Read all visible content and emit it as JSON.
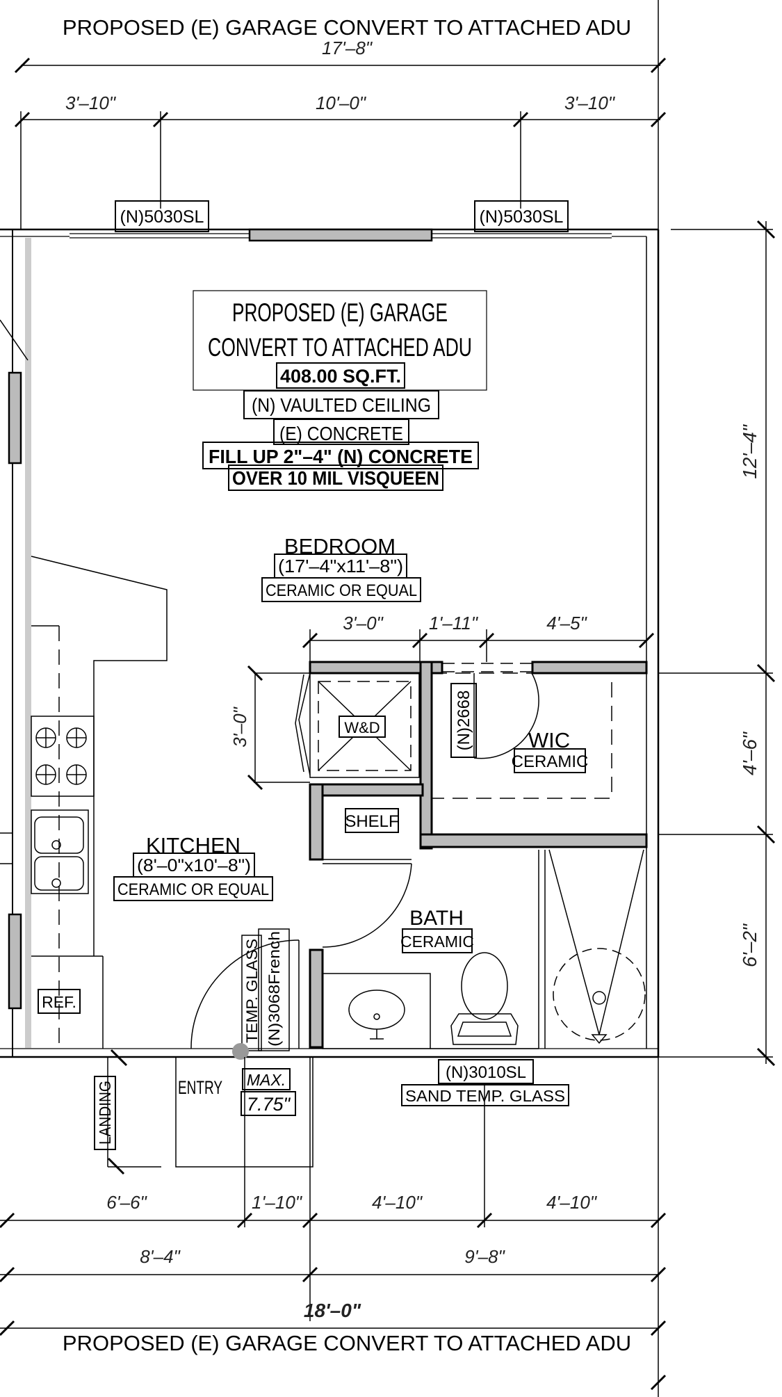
{
  "titles": {
    "top": "PROPOSED (E) GARAGE CONVERT TO ATTACHED ADU",
    "bottom": "PROPOSED (E) GARAGE CONVERT TO ATTACHED ADU"
  },
  "dimensions": {
    "top_overall": "17'–8\"",
    "top_left": "3'–10\"",
    "top_mid": "10'–0\"",
    "top_right": "3'–10\"",
    "right_1": "12'–4\"",
    "right_2": "4'–6\"",
    "right_3": "6'–2\"",
    "closet_1": "3'–0\"",
    "closet_2": "1'–11\"",
    "closet_3": "4'–5\"",
    "wd_depth": "3'–0\"",
    "bottom_1": "6'–6\"",
    "bottom_2": "1'–10\"",
    "bottom_3": "4'–10\"",
    "bottom_4": "4'–10\"",
    "bottom_5": "8'–4\"",
    "bottom_6": "9'–8\"",
    "bottom_overall": "18'–0\""
  },
  "windows": {
    "left": "(N)5030SL",
    "right": "(N)5030SL",
    "bath": "(N)3010SL",
    "bath_note": "SAND TEMP. GLASS"
  },
  "notes": {
    "title_line1": "PROPOSED (E) GARAGE",
    "title_line2": "CONVERT TO ATTACHED ADU",
    "area": "408.00 SQ.FT.",
    "ceiling": "(N) VAULTED CEILING",
    "concrete": "(E) CONCRETE",
    "fill_1": "FILL UP 2\"–4\" (N) CONCRETE",
    "fill_2": "OVER 10 MIL VISQUEEN"
  },
  "rooms": {
    "bedroom": {
      "name": "BEDROOM",
      "size": "(17'–4\"x11'–8\")",
      "floor": "CERAMIC OR EQUAL"
    },
    "kitchen": {
      "name": "KITCHEN",
      "size": "(8'–0\"x10'–8\")",
      "floor": "CERAMIC OR EQUAL"
    },
    "wic": {
      "name": "WIC",
      "floor": "CERAMIC"
    },
    "bath": {
      "name": "BATH",
      "floor": "CERAMIC"
    }
  },
  "fixtures": {
    "wd": "W&D",
    "shelf": "SHELF",
    "ref": "REF.",
    "door_wic": "(N)2668",
    "door_entry": "(N)3068French",
    "temp_glass": "TEMP. GLASS",
    "entry": "ENTRY",
    "landing": "LANDING",
    "max_1": "MAX.",
    "max_2": "7.75\""
  }
}
